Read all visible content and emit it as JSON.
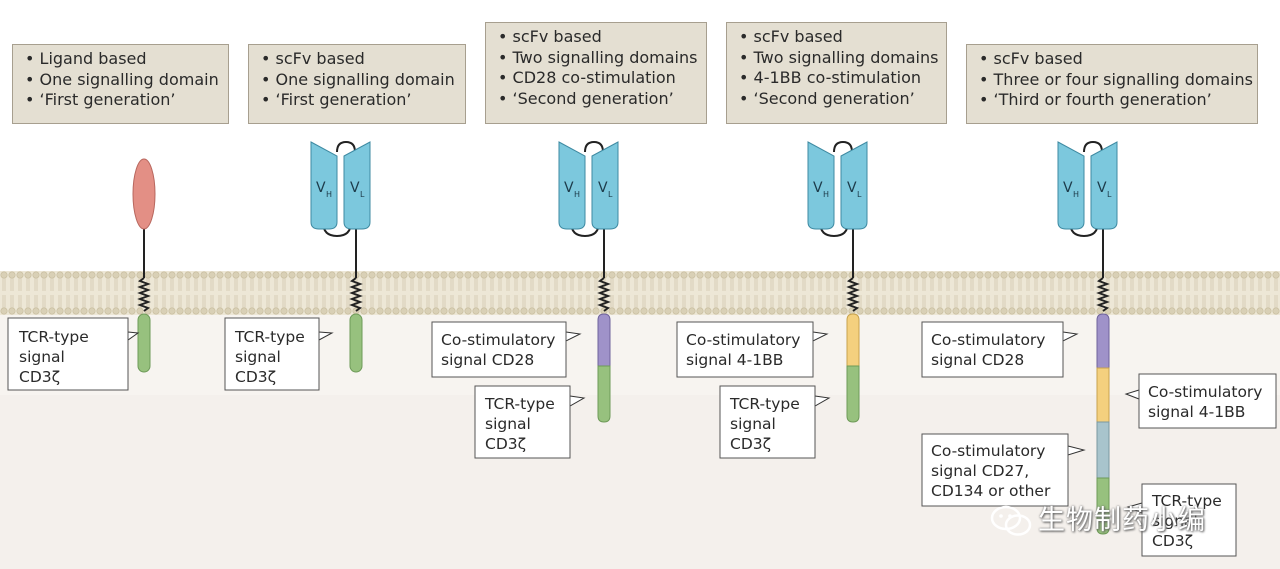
{
  "colors": {
    "ligand": "#e38f85",
    "scfv": "#7cc8dd",
    "tcr_signal": "#97c17e",
    "cd28": "#9f92c9",
    "bb41": "#f4d07e",
    "cd27": "#a8c4cc",
    "membrane": "#e9e2cf",
    "box_fill": "#e4dfd2",
    "cytoplasm": "#f6f3ef"
  },
  "generations": [
    {
      "lines": [
        "Ligand based",
        "One signalling domain",
        "‘First generation’"
      ]
    },
    {
      "lines": [
        "scFv based",
        "One signalling domain",
        "‘First generation’"
      ]
    },
    {
      "lines": [
        "scFv based",
        "Two signalling domains",
        "CD28 co-stimulation",
        "‘Second generation’"
      ]
    },
    {
      "lines": [
        "scFv based",
        "Two signalling domains",
        "4-1BB co-stimulation",
        "‘Second generation’"
      ]
    },
    {
      "lines": [
        "scFv based",
        "Three or four signalling domains",
        "‘Third or fourth generation’"
      ]
    }
  ],
  "domain_labels": {
    "vh": "V",
    "vh_sub": "H",
    "vl": "V",
    "vl_sub": "L"
  },
  "callouts": {
    "c1_tcr": [
      "TCR-type",
      "signal",
      "CD3ζ"
    ],
    "c2_tcr": [
      "TCR-type",
      "signal",
      "CD3ζ"
    ],
    "c3_cd28": [
      "Co-stimulatory",
      "signal CD28"
    ],
    "c3_tcr": [
      "TCR-type",
      "signal",
      "CD3ζ"
    ],
    "c4_bb": [
      "Co-stimulatory",
      "signal 4-1BB"
    ],
    "c4_tcr": [
      "TCR-type",
      "signal",
      "CD3ζ"
    ],
    "c5_cd28": [
      "Co-stimulatory",
      "signal CD28"
    ],
    "c5_bb": [
      "Co-stimulatory",
      "signal 4-1BB"
    ],
    "c5_other": [
      "Co-stimulatory",
      "signal CD27,",
      "CD134 or other"
    ],
    "c5_tcr": [
      "TCR-type",
      "signal",
      "CD3ζ"
    ]
  },
  "watermark": "生物制药小编"
}
